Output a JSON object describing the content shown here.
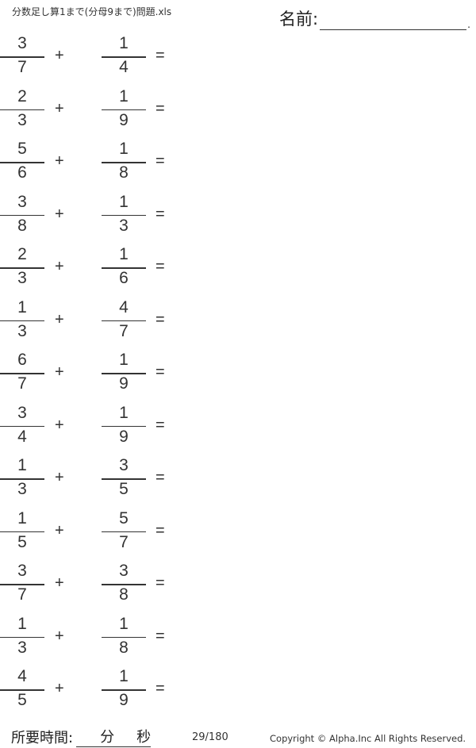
{
  "header": {
    "title": "分数足し算1まで(分母9まで)問題.xls",
    "name_label": "名前:",
    "name_end": "."
  },
  "operators": {
    "plus": "+",
    "equals": "="
  },
  "problems": [
    {
      "a_num": "3",
      "a_den": "7",
      "b_num": "1",
      "b_den": "4"
    },
    {
      "a_num": "2",
      "a_den": "3",
      "b_num": "1",
      "b_den": "9"
    },
    {
      "a_num": "5",
      "a_den": "6",
      "b_num": "1",
      "b_den": "8"
    },
    {
      "a_num": "3",
      "a_den": "8",
      "b_num": "1",
      "b_den": "3"
    },
    {
      "a_num": "2",
      "a_den": "3",
      "b_num": "1",
      "b_den": "6"
    },
    {
      "a_num": "1",
      "a_den": "3",
      "b_num": "4",
      "b_den": "7"
    },
    {
      "a_num": "6",
      "a_den": "7",
      "b_num": "1",
      "b_den": "9"
    },
    {
      "a_num": "3",
      "a_den": "4",
      "b_num": "1",
      "b_den": "9"
    },
    {
      "a_num": "1",
      "a_den": "3",
      "b_num": "3",
      "b_den": "5"
    },
    {
      "a_num": "1",
      "a_den": "5",
      "b_num": "5",
      "b_den": "7"
    },
    {
      "a_num": "3",
      "a_den": "7",
      "b_num": "3",
      "b_den": "8"
    },
    {
      "a_num": "1",
      "a_den": "3",
      "b_num": "1",
      "b_den": "8"
    },
    {
      "a_num": "4",
      "a_den": "5",
      "b_num": "1",
      "b_den": "9"
    }
  ],
  "footer": {
    "time_label": "所要時間:",
    "minutes": "分",
    "seconds": "秒",
    "page": "29/180",
    "copyright": "Copyright ©  Alpha.Inc All Rights Reserved."
  }
}
